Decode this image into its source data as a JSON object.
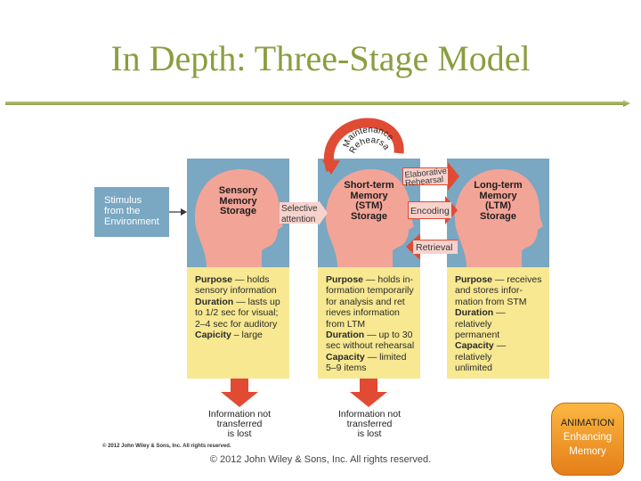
{
  "slide": {
    "title": "In Depth: Three-Stage Model",
    "copyright": "© 2012 John Wiley & Sons, Inc. All rights reserved."
  },
  "figure": {
    "figure_credit": "© 2012 John Wiley & Sons, Inc. All rights reserved.",
    "stimulus": [
      "Stimulus",
      "from the",
      "Environment"
    ],
    "stages": [
      {
        "heading": [
          "Sensory",
          "Memory",
          "Storage"
        ],
        "details": [
          {
            "bold": "Purpose",
            "rest": " — holds"
          },
          {
            "bold": "",
            "rest": "sensory information"
          },
          {
            "bold": "Duration",
            "rest": " — lasts up"
          },
          {
            "bold": "",
            "rest": "to 1/2 sec for visual;"
          },
          {
            "bold": "",
            "rest": "2–4 sec for auditory"
          },
          {
            "bold": "Capicity",
            "rest": " – large"
          }
        ]
      },
      {
        "heading": [
          "Short-term",
          "Memory",
          "(STM)",
          "Storage"
        ],
        "details": [
          {
            "bold": "Purpose",
            "rest": " — holds in-"
          },
          {
            "bold": "",
            "rest": "formation temporarily"
          },
          {
            "bold": "",
            "rest": "for analysis and ret"
          },
          {
            "bold": "",
            "rest": "rieves information"
          },
          {
            "bold": "",
            "rest": "from LTM"
          },
          {
            "bold": "Duration",
            "rest": " — up to 30"
          },
          {
            "bold": "",
            "rest": "sec without rehearsal"
          },
          {
            "bold": "Capacity",
            "rest": " — limited"
          },
          {
            "bold": "",
            "rest": "5–9 items"
          }
        ]
      },
      {
        "heading": [
          "Long-term",
          "Memory",
          "(LTM)",
          "Storage"
        ],
        "details": [
          {
            "bold": "Purpose",
            "rest": " — receives"
          },
          {
            "bold": "",
            "rest": "and stores infor-"
          },
          {
            "bold": "",
            "rest": "mation from STM"
          },
          {
            "bold": "Duration",
            "rest": " — relatively"
          },
          {
            "bold": "",
            "rest": "permanent"
          },
          {
            "bold": "Capacity",
            "rest": " — relatively"
          },
          {
            "bold": "",
            "rest": "unlimited"
          }
        ]
      }
    ],
    "arrows": {
      "selective_attention": [
        "Selective",
        "attention"
      ],
      "maintenance_rehearsal": [
        "Maintenance",
        "Rehearsal"
      ],
      "elaborative_rehearsal": [
        "Elaborative",
        "Rehearsal"
      ],
      "encoding": "Encoding",
      "retrieval": "Retrieval"
    },
    "not_transferred": [
      "Information not",
      "transferred",
      "is lost"
    ]
  },
  "animation_button": {
    "line1": "ANIMATION",
    "line2": "Enhancing",
    "line3": "Memory"
  },
  "colors": {
    "title": "#8a9e3f",
    "panel_blue": "#7aa7c2",
    "head_pink": "#f2a497",
    "detail_yellow": "#f7e891",
    "arrow_red": "#e14a33",
    "arrow_label_bg": "#f7d3cd",
    "animation_orange": "#f09a2a"
  }
}
